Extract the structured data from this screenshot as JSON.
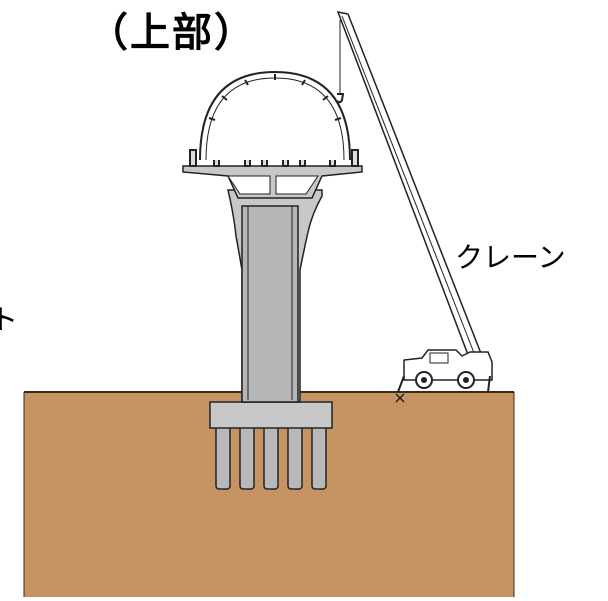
{
  "title": "（上部）",
  "crane_label": "クレーン",
  "left_cut_text": "ト",
  "colors": {
    "ground": "#c69363",
    "ground_line": "#3a2a1a",
    "concrete": "#c8c8c8",
    "concrete_dark": "#a0a0a0",
    "outline": "#222222",
    "background": "#ffffff"
  }
}
